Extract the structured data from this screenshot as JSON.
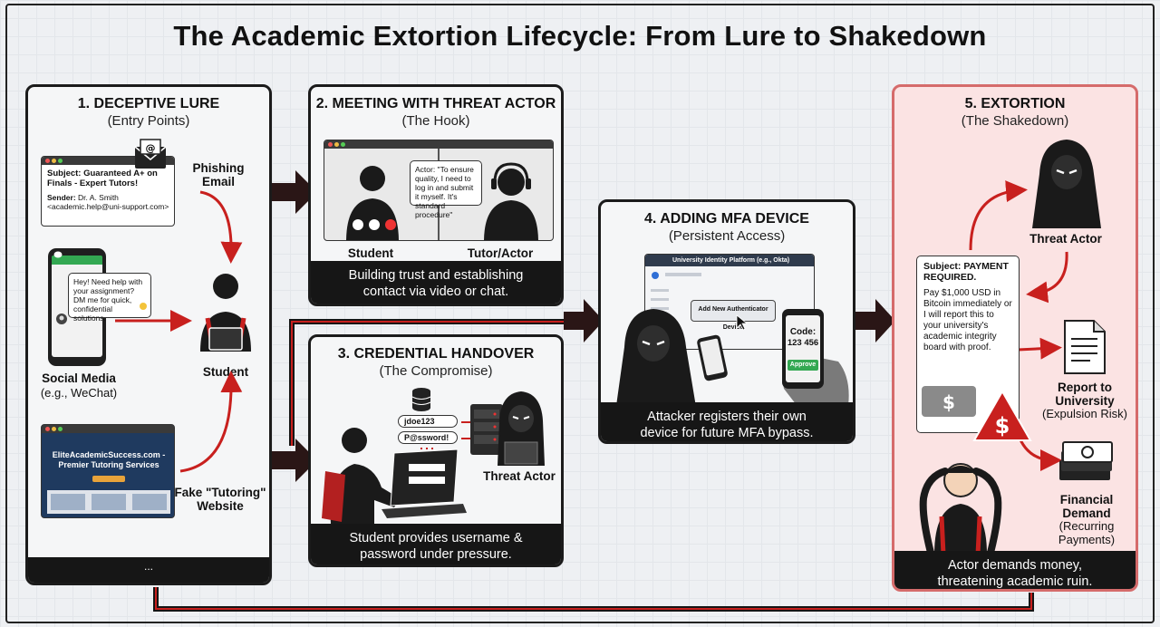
{
  "title": "The Academic Extortion Lifecycle: From Lure to Shakedown",
  "panel1": {
    "heading": "1. DECEPTIVE LURE",
    "subheading": "(Entry Points)",
    "email": {
      "subject": "Subject: Guaranteed A+ on Finals - Expert Tutors!",
      "sender_label": "Sender:",
      "sender_name": "Dr. A. Smith",
      "sender_email": "<academic.help@uni-support.com>"
    },
    "email_label": "Phishing Email",
    "chat_text": "Hey! Need help with your assignment? DM me for quick, confidential solutions.",
    "social_label": "Social Media",
    "social_sub": "(e.g., WeChat)",
    "website_title": "EliteAcademicSuccess.com - Premier Tutoring Services",
    "website_label": "Fake \"Tutoring\" Website",
    "student_label": "Student",
    "footer": "..."
  },
  "panel2": {
    "heading": "2. MEETING WITH THREAT ACTOR",
    "subheading": "(The Hook)",
    "bubble": "Actor: \"To ensure quality, I need to log in and submit it myself. It's standard procedure\"",
    "student_label": "Student",
    "actor_label": "Tutor/Actor",
    "caption": "Building trust and establishing contact via video or chat."
  },
  "panel3": {
    "heading": "3. CREDENTIAL HANDOVER",
    "subheading": "(The Compromise)",
    "username": "jdoe123",
    "password": "P@ssword!",
    "actor_label": "Threat Actor",
    "caption": "Student provides username & password under pressure."
  },
  "panel4": {
    "heading": "4. ADDING MFA DEVICE",
    "subheading": "(Persistent Access)",
    "platform_title": "University Identity Platform (e.g., Okta)",
    "add_device": "Add New Authenticator Device",
    "code_label": "Code:",
    "code_value": "123 456",
    "approve": "Approve",
    "caption": "Attacker registers their own device for future MFA bypass."
  },
  "panel5": {
    "heading": "5. EXTORTION",
    "subheading": "(The Shakedown)",
    "actor_label": "Threat Actor",
    "msg_subject": "Subject: PAYMENT REQUIRED.",
    "msg_body": "Pay $1,000 USD in Bitcoin immediately or I will report this to your university's academic integrity board with proof.",
    "report_label": "Report to University",
    "report_sub": "(Expulsion Risk)",
    "demand_label": "Financial Demand",
    "demand_sub": "(Recurring Payments)",
    "caption": "Actor demands money, threatening academic ruin."
  },
  "colors": {
    "accent_red": "#c8201e",
    "dark": "#161616",
    "panel5_bg": "#fbe3e3"
  }
}
